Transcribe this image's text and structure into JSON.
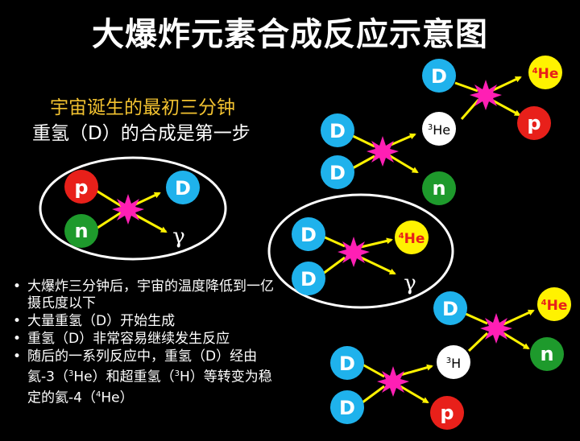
{
  "title": "大爆炸元素合成反应示意图",
  "subtitle_yellow": "宇宙诞生的最初三分钟",
  "subtitle_white": "重氢（D）的合成是第一步",
  "bullets": [
    "大爆炸三分钟后，宇宙的温度降低到一亿摄氏度以下",
    "大量重氢（D）开始生成",
    "重氢（D）非常容易继续发生反应"
  ],
  "bullet4": {
    "part1": "随后的一系列反应中，重氢（D）经由氦-3（",
    "sup_he": "3",
    "part2": "He）和超重氢（",
    "sup_h": "3",
    "part3": "H）等转变为稳定的氦-4（",
    "sup_he4": "4",
    "part4": "He）"
  },
  "particles": {
    "p": "p",
    "n": "n",
    "D": "D",
    "gamma": "γ",
    "he3": {
      "mass": "3",
      "symbol": "He"
    },
    "h3": {
      "mass": "3",
      "symbol": "H"
    },
    "he4": {
      "mass": "4",
      "symbol": "He"
    }
  },
  "colors": {
    "proton": "#e8201a",
    "neutron": "#1e9a2c",
    "deuteron": "#1fb2ec",
    "helium4": "#fff200",
    "tritium_he3": "#ffffff",
    "arrow": "#fff200",
    "flash": "#ff1fb4",
    "subtitle": "#f2c230"
  }
}
